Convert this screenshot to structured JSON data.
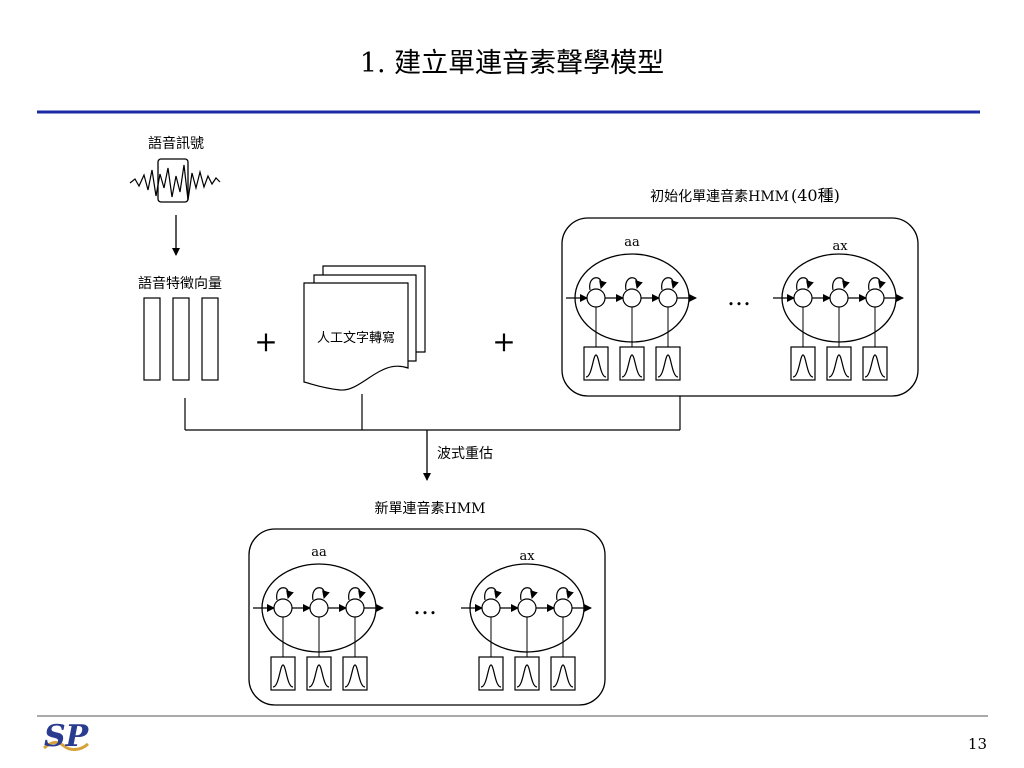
{
  "slide": {
    "title": "1. 建立單連音素聲學模型",
    "page_number": "13",
    "logo_text": "SP",
    "colors": {
      "rule": "#1c2aa3",
      "red": "#e0402a",
      "logo_blue": "#2a3c8f",
      "logo_gold": "#d8a23a"
    }
  },
  "diagram": {
    "speech_signal_label": "語音訊號",
    "feature_vector_label": "語音特徵向量",
    "transcription_label": "人工文字轉寫",
    "plus": "+",
    "init_hmm_label": "初始化單連音素HMM",
    "init_hmm_count": "(40種)",
    "reestimation_label": "波式重估",
    "new_hmm_label": "新單連音素HMM",
    "phone_left": "aa",
    "phone_right": "ax",
    "ellipsis": "…"
  }
}
